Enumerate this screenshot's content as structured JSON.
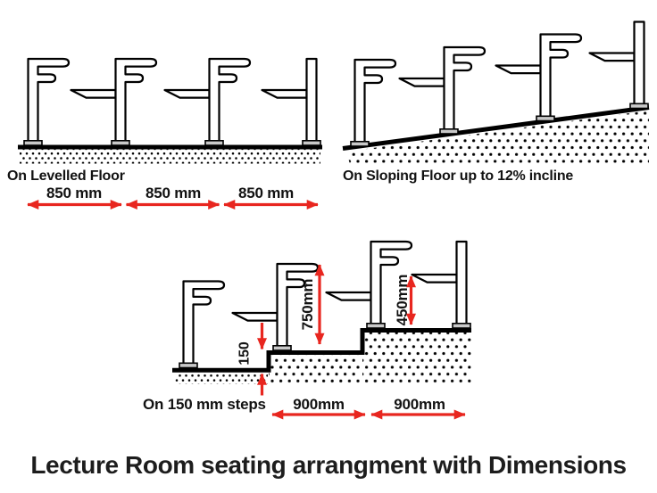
{
  "title": "Lecture Room seating arrangment with Dimensions",
  "colors": {
    "dimension_red": "#e8261f",
    "line_black": "#000000",
    "base_plate_gray": "#c9c9c9",
    "background": "#ffffff"
  },
  "levelled": {
    "caption": "On Levelled Floor",
    "seat_spacing": [
      "850 mm",
      "850 mm",
      "850 mm"
    ]
  },
  "sloping": {
    "caption": "On Sloping Floor up to 12% incline"
  },
  "steps": {
    "caption": "On 150 mm steps",
    "step_height": "150",
    "desk_height": "750mm",
    "seat_height": "450mm",
    "tread_depth": [
      "900mm",
      "900mm"
    ]
  }
}
